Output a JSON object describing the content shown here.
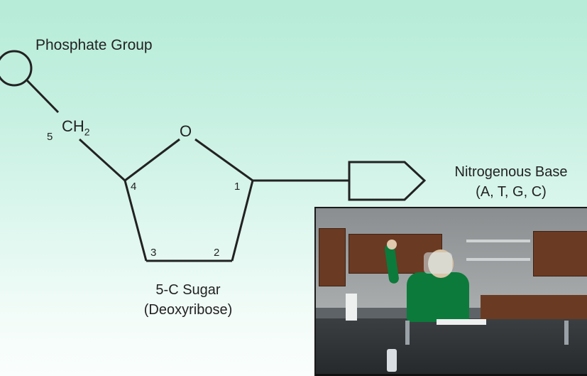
{
  "labels": {
    "phosphate": "Phosphate Group",
    "carbon5_number": "5",
    "ch2_main": "CH",
    "ch2_sub": "2",
    "oxygen": "O",
    "carbon4": "4",
    "carbon1": "1",
    "carbon3": "3",
    "carbon2": "2",
    "base_line1": "Nitrogenous Base",
    "base_line2": "(A, T, G, C)",
    "sugar_line1": "5-C Sugar",
    "sugar_line2": "(Deoxyribose)"
  },
  "colors": {
    "stroke": "#222222",
    "background_top": "#b6ecd8",
    "background_bottom": "#fafefd"
  },
  "video_inset": {
    "scene": "lab instructor raising arm"
  }
}
